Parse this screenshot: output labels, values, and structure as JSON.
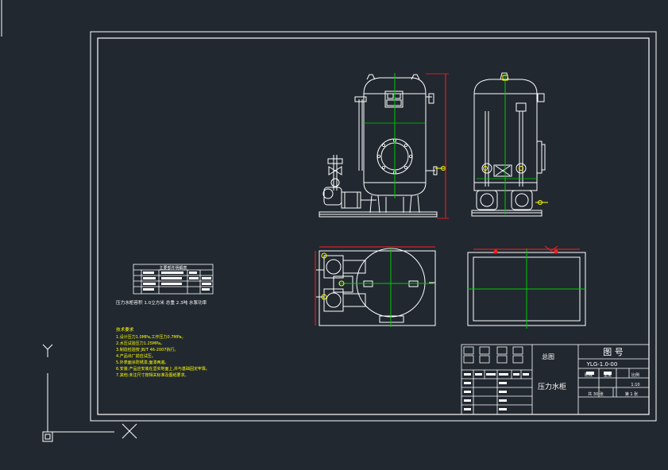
{
  "ucs": {
    "y_label": "Y",
    "x_label": "X"
  },
  "title_block": {
    "drawing_no_header": "图 号",
    "drawing_no": "YLG-1.0-00",
    "general_label": "总图",
    "name": "压力水柜",
    "stage_label": "阶段",
    "weight_label": "重量",
    "scale_label": "比例",
    "scale_value": "1:10",
    "sheets_total": "共 30 张",
    "sheet_no": "第 1 张"
  },
  "parts_table": {
    "title": "主要部件明细表"
  },
  "notes": {
    "capacity": "压力水柜容积 1.0立方米  总重 2.3吨  水泵功率",
    "heading": "技术要求",
    "lines": [
      "1.设计压力1.0MPa,工作压力0.7MPa。",
      "2.水压试验压力1.25MPa。",
      "3.制造检验按 JB/T 46-2007执行。",
      "4.产品出厂前应试压。",
      "5.外表面涂防锈漆,面漆两遍。",
      "6.安装:产品应安装在坚实地面上,并与基础固定牢靠。",
      "7.其他:未注尺寸按相关标准及图纸要求。"
    ]
  },
  "colors": {
    "background": "#212830",
    "lines": "#ffffff",
    "center": "#00cc00",
    "dims": "#ff2020",
    "notes": "#ffff00",
    "accent": "#ffff00"
  }
}
